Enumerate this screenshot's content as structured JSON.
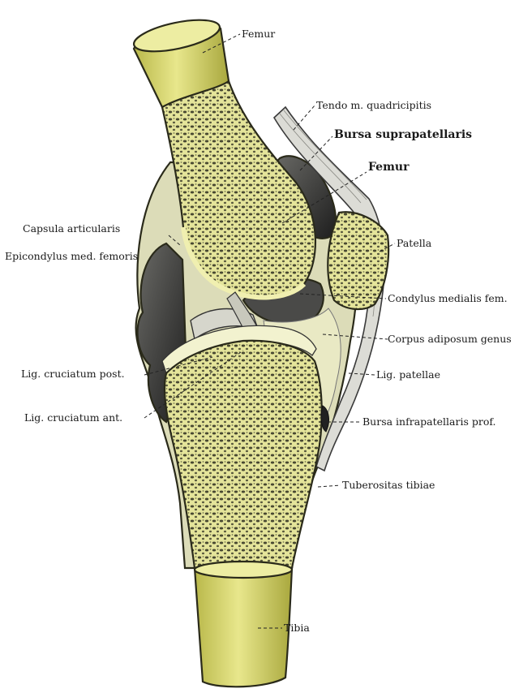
{
  "labels": {
    "femur_top": "Femur",
    "tendo": "Tendo m. quadricipitis",
    "bursa_supra": "Bursa suprapatellaris",
    "femur_bold": "Femur",
    "capsula": "Capsula articularis",
    "epicondylus": "Epicondylus med. femoris",
    "patella": "Patella",
    "condylus": "Condylus medialis fem.",
    "corpus": "Corpus adiposum genus",
    "lig_cruc_post": "Lig. cruciatum post.",
    "lig_patellae": "Lig. patellae",
    "lig_cruc_ant": "Lig. cruciatum ant.",
    "bursa_infra": "Bursa infrapatellaris prof.",
    "tuberositas": "Tuberositas tibiae",
    "tibia": "Tibia"
  },
  "colors": {
    "bone_yellow": "#e6e58a",
    "shaft_yellow": "#d8d669",
    "cancellous": "#cfd08a",
    "fat_pad": "#e9e9c4",
    "synovial_dark": "#3a3a3a",
    "tendon": "#d9d9d4"
  }
}
